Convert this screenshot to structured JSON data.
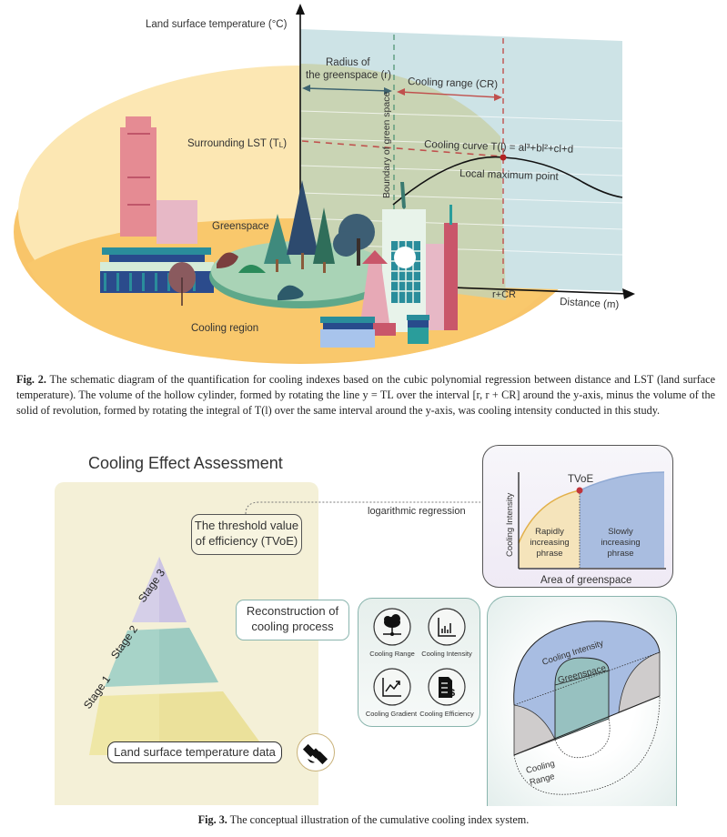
{
  "figure2": {
    "y_axis_label": "Land surface temperature (°C)",
    "x_axis_label": "Distance (m)",
    "radius_label_line1": "Radius of",
    "radius_label_line2": "the greenspace (r)",
    "cooling_range_label": "Cooling range (CR)",
    "boundary_label": "Boundary of green space",
    "surrounding_lst_label": "Surrounding LST (T",
    "surrounding_lst_sub": "L",
    "surrounding_lst_close": ")",
    "cooling_curve_label": "Cooling curve T(l) = al³+bl²+cl+d",
    "local_max_label": "Local maximum point",
    "r_cr_label": "r+CR",
    "greenspace_label": "Greenspace",
    "cooling_region_label": "Cooling region",
    "caption_prefix": "Fig. 2.",
    "caption_text": "The schematic diagram of the quantification for cooling indexes based on the cubic polynomial regression between distance and LST (land surface temperature). The volume of the hollow cylinder, formed by rotating the line y = TL over the interval [r, r + CR] around the y-axis, minus the volume of the solid of revolution, formed by rotating the integral of T(l) over the same interval around the y-axis, was cooling intensity conducted in this study."
  },
  "figure3": {
    "title": "Cooling Effect Assessment",
    "tvoe_box_line1": "The threshold value",
    "tvoe_box_line2": "of efficiency (TVoE)",
    "reconstruction_line1": "Reconstruction of",
    "reconstruction_line2": "cooling process",
    "lst_data_label": "Land surface temperature data",
    "regression_label": "logarithmic regression",
    "stages": [
      "Stage 1",
      "Stage 2",
      "Stage 3"
    ],
    "mini_chart": {
      "peak_label": "TVoE",
      "y_label": "Cooling Intensity",
      "x_label": "Area of greenspace",
      "phase1_line1": "Rapidly",
      "phase1_line2": "increasing",
      "phase1_line3": "phrase",
      "phase2_line1": "Slowly",
      "phase2_line2": "increasing",
      "phase2_line3": "phrase"
    },
    "indexes": [
      {
        "label": "Cooling Range",
        "icon": "cloud-network-icon"
      },
      {
        "label": "Cooling Intensity",
        "icon": "bar-chart-icon"
      },
      {
        "label": "Cooling Gradient",
        "icon": "trend-line-icon"
      },
      {
        "label": "Cooling Efficiency",
        "icon": "document-dollar-icon"
      }
    ],
    "cylinder": {
      "intensity_label": "Cooling Intensity",
      "greenspace_label": "Greenspace",
      "range_line1": "Cooling",
      "range_line2": "Range"
    },
    "caption_prefix": "Fig. 3.",
    "caption_text": "The conceptual illustration of the cumulative cooling index system."
  },
  "colors": {
    "yellow_region": "#fbe3a6",
    "orange_region": "#f8c56a",
    "blue_panel": "#c9e0e3",
    "green_panel": "#c8d2b0",
    "red_dash": "#c0504d",
    "green_dash": "#5a9a7c"
  }
}
